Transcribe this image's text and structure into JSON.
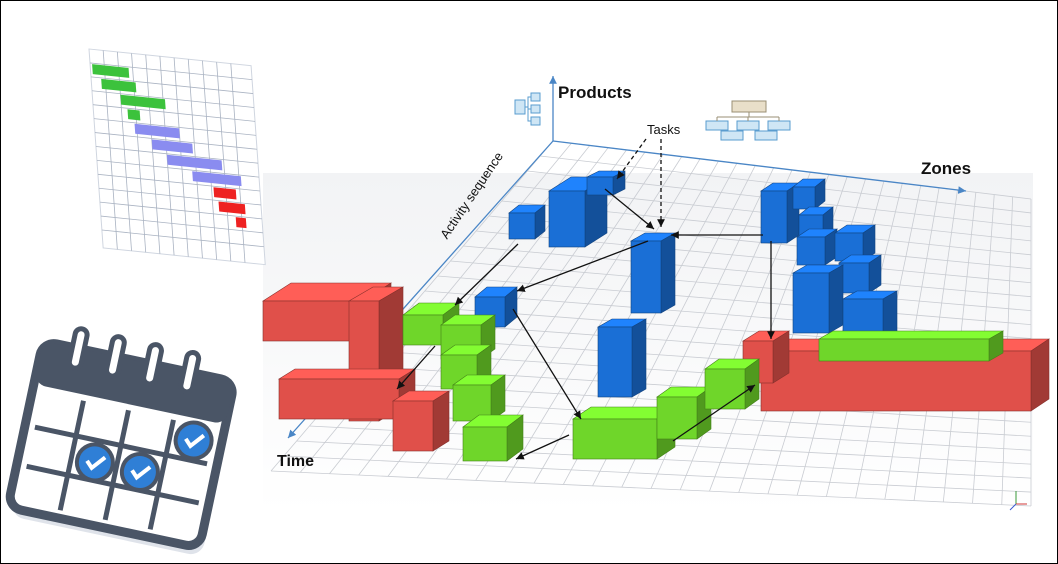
{
  "labels": {
    "products": "Products",
    "zones": "Zones",
    "time": "Time",
    "tasks": "Tasks",
    "activity_sequence": "Activity sequence"
  },
  "colors": {
    "task_blue": "#1a6fd6",
    "task_green": "#6fd62a",
    "task_red": "#e0504a",
    "axis": "#4a86c6",
    "grid": "#c9ccd2"
  },
  "icons": [
    "gantt-chart-icon",
    "calendar-icon",
    "product-hierarchy-icon",
    "zone-hierarchy-icon",
    "axis-triad-icon"
  ]
}
